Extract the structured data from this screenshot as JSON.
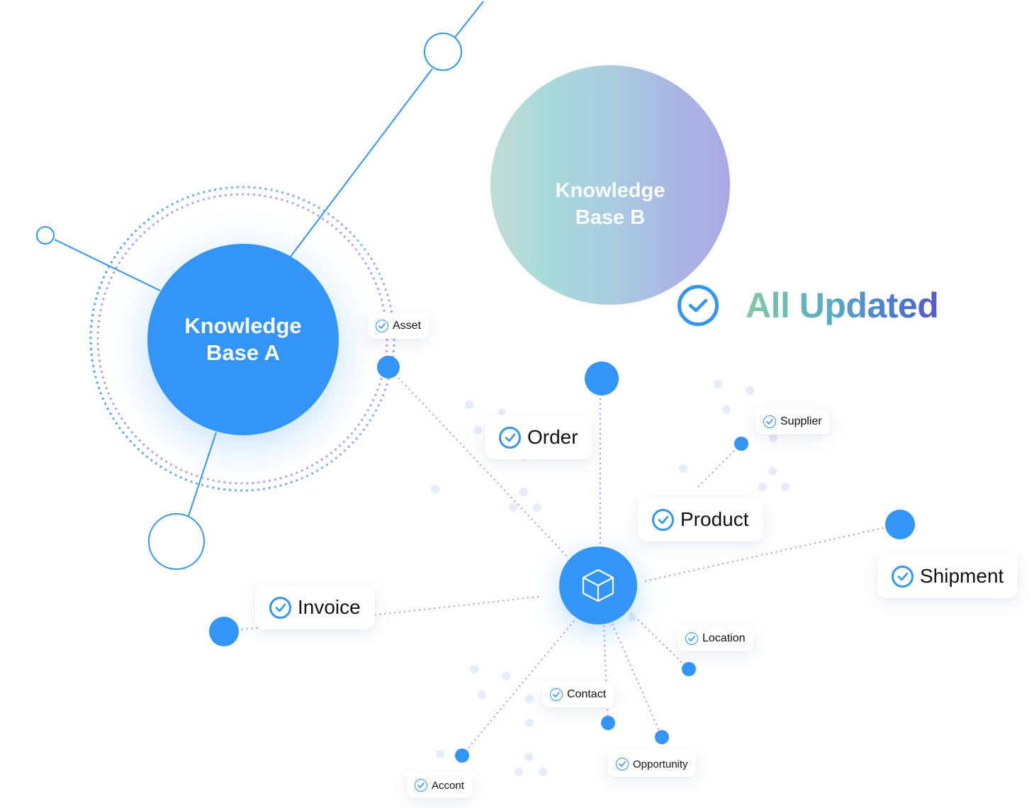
{
  "knowledge_base_a": {
    "line1": "Knowledge",
    "line2": "Base A"
  },
  "knowledge_base_b": {
    "line1": "Knowledge",
    "line2": "Base B"
  },
  "status": {
    "label": "All Updated",
    "icon": "check-circle-icon"
  },
  "hub": {
    "icon": "cube-icon"
  },
  "entities": [
    {
      "key": "asset",
      "label": "Asset"
    },
    {
      "key": "order",
      "label": "Order"
    },
    {
      "key": "supplier",
      "label": "Supplier"
    },
    {
      "key": "product",
      "label": "Product"
    },
    {
      "key": "shipment",
      "label": "Shipment"
    },
    {
      "key": "invoice",
      "label": "Invoice"
    },
    {
      "key": "location",
      "label": "Location"
    },
    {
      "key": "contact",
      "label": "Contact"
    },
    {
      "key": "opportunity",
      "label": "Opportunity"
    },
    {
      "key": "accont",
      "label": "Accont"
    }
  ],
  "colors": {
    "primary": "#3395f7",
    "connector": "#b98ee8",
    "background": "#ffffff",
    "text": "#111111"
  }
}
